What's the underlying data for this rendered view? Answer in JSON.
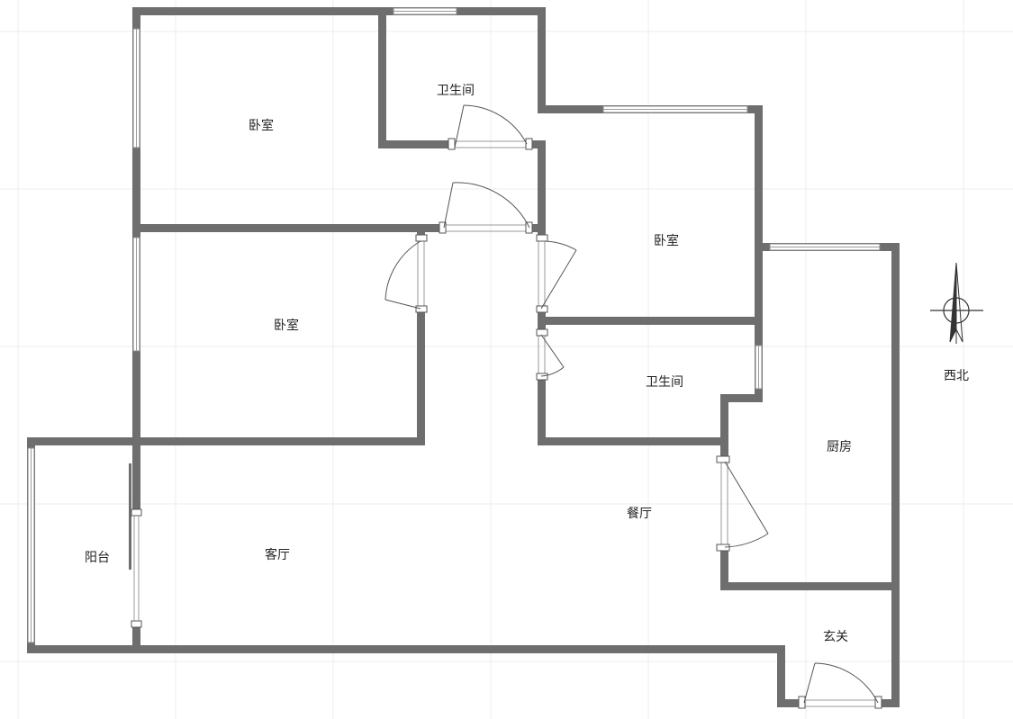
{
  "rooms": {
    "bedroom_top_left": "卧室",
    "bathroom_top": "卫生间",
    "bedroom_right": "卧室",
    "bedroom_mid_left": "卧室",
    "bathroom_mid": "卫生间",
    "kitchen": "厨房",
    "dining": "餐厅",
    "balcony": "阳台",
    "living": "客厅",
    "entrance": "玄关"
  },
  "compass": {
    "label": "西北",
    "icon": "compass-north-arrow-icon"
  },
  "colors": {
    "wall": "#6e6e6e",
    "background": "#ffffff",
    "grid": "#ececec"
  }
}
